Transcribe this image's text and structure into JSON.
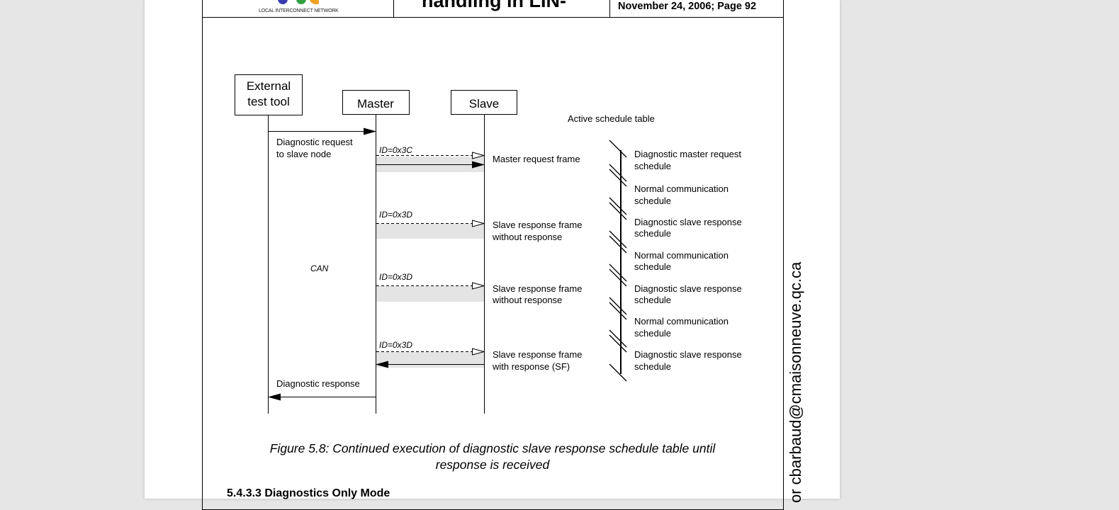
{
  "header": {
    "logo_text": "LOCAL INTERCONNECT NETWORK",
    "title": "handling in LIN-",
    "date_page": "November 24, 2006; Page 92"
  },
  "diagram": {
    "actors": {
      "external": [
        "External",
        "test tool"
      ],
      "master": "Master",
      "slave": "Slave"
    },
    "active_schedule_title": "Active schedule table",
    "request_label": [
      "Diagnostic request",
      "to slave node"
    ],
    "response_label": "Diagnostic response",
    "bus_label": "CAN",
    "ids": [
      "ID=0x3C",
      "ID=0x3D",
      "ID=0x3D",
      "ID=0x3D"
    ],
    "frames": [
      [
        "Master request frame"
      ],
      [
        "Slave response frame",
        "without response"
      ],
      [
        "Slave response frame",
        "without response"
      ],
      [
        "Slave response frame",
        "with response (SF)"
      ]
    ],
    "schedules": [
      [
        "Diagnostic master request",
        "schedule"
      ],
      [
        "Normal communication",
        "schedule"
      ],
      [
        "Diagnostic slave response",
        "schedule"
      ],
      [
        "Normal communication",
        "schedule"
      ],
      [
        "Diagnostic slave response",
        "schedule"
      ],
      [
        "Normal communication",
        "schedule"
      ],
      [
        "Diagnostic slave response",
        "schedule"
      ]
    ]
  },
  "caption": [
    "Figure 5.8: Continued execution of diagnostic slave response schedule table until",
    "response is received"
  ],
  "section_heading": "5.4.3.3 Diagnostics Only Mode",
  "watermark": "or cbarbaud@cmaisonneuve.qc.ca"
}
